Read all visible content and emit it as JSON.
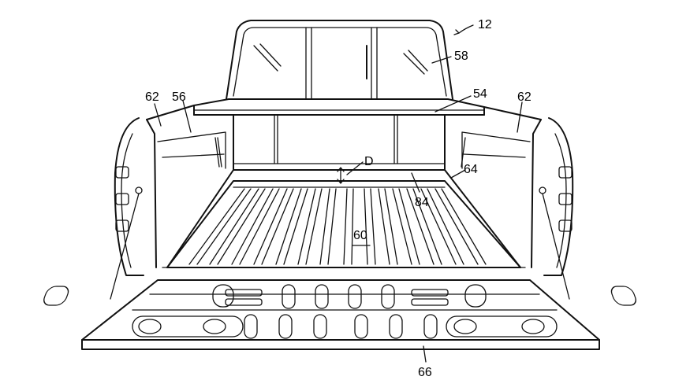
{
  "figure": {
    "ref_numerals": {
      "vehicle": "12",
      "window": "58",
      "header_panel": "54",
      "side_left": "62",
      "side_right": "62",
      "bed_wall": "56",
      "gap": "D",
      "front_edge": "64",
      "seal": "84",
      "bed_floor": "60",
      "tailgate": "66"
    }
  }
}
